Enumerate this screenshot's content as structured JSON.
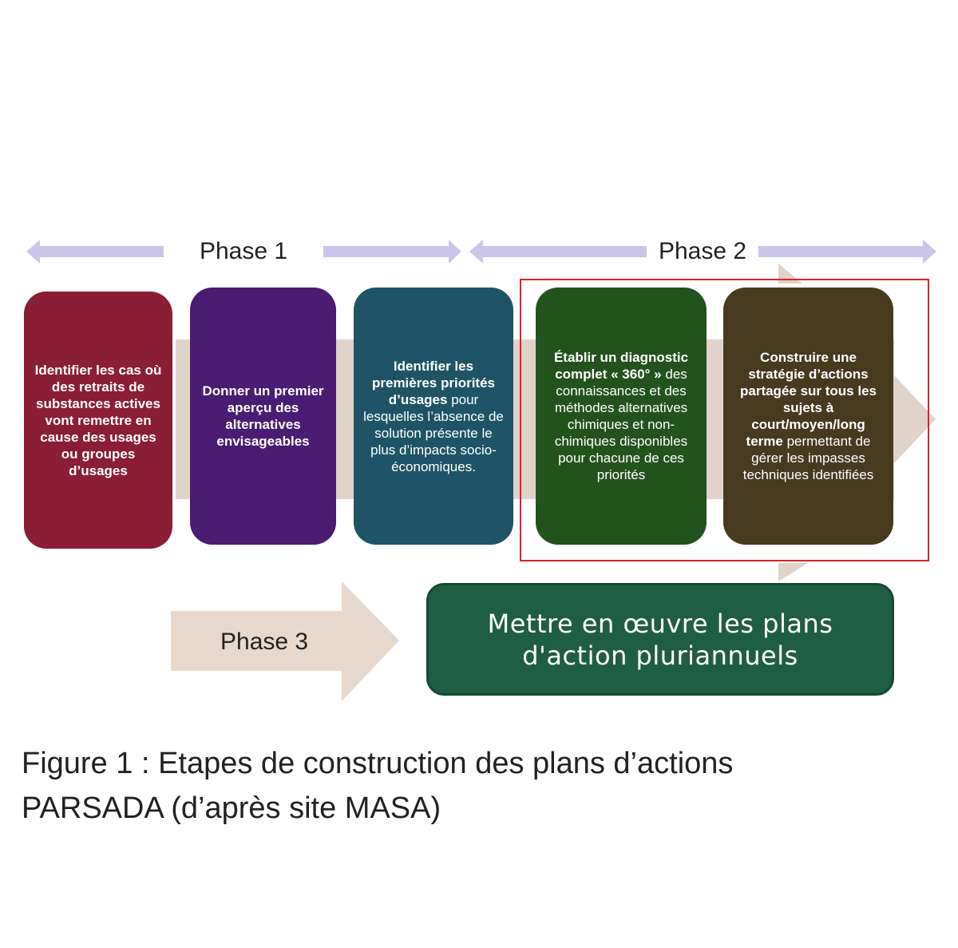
{
  "phases": {
    "phase1": "Phase 1",
    "phase2": "Phase 2",
    "phase3": "Phase 3"
  },
  "steps": [
    {
      "parts": [
        {
          "t": "Identifier les cas où des retraits de substances actives vont remettre en cause des usages ou groupes d’usages",
          "b": true
        }
      ],
      "color": "#8a1e35"
    },
    {
      "parts": [
        {
          "t": "Donner un premier aperçu des alternatives envisageables",
          "b": true
        }
      ],
      "color": "#4a1c72"
    },
    {
      "parts": [
        {
          "t": "Identifier les premières priorités d’usages",
          "b": true
        },
        {
          "t": " pour lesquelles l’absence de solution présente le plus d’impacts socio-économiques.",
          "b": false
        }
      ],
      "color": "#1f5466"
    },
    {
      "parts": [
        {
          "t": "Établir un diagnostic complet « 360° »",
          "b": true
        },
        {
          "t": " des connaissances et des méthodes alternatives chimiques et non-chimiques disponibles pour chacune de ces priorités",
          "b": false
        }
      ],
      "color": "#23531d"
    },
    {
      "parts": [
        {
          "t": "Construire une stratégie d’actions partagée sur tous les sujets à court/moyen/long terme",
          "b": true
        },
        {
          "t": " permettant de gérer les impasses techniques identifiées",
          "b": false
        }
      ],
      "color": "#473a1f"
    }
  ],
  "action": {
    "line1": "Mettre en œuvre les plans",
    "line2": "d'action pluriannuels"
  },
  "caption": {
    "line1": "Figure 1 : Etapes de construction des plans d’actions",
    "line2": "PARSADA (d’après site MASA)"
  },
  "colors": {
    "phase_arrow": "#c9c6ea",
    "connector": "#e0d3ca",
    "highlight": "#e0202a"
  }
}
